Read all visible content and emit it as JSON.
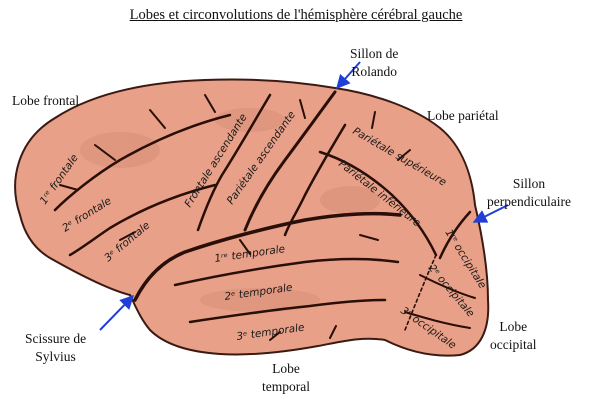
{
  "title": "Lobes et circonvolutions de l'hémisphère cérébral gauche",
  "colors": {
    "brain_fill": "#e8a088",
    "brain_outline": "#3a1a12",
    "sulcus": "#2a0e08",
    "arrow": "#1f3fd6"
  },
  "labels": {
    "lobe_frontal": "Lobe frontal",
    "sillon_rolando_1": "Sillon de",
    "sillon_rolando_2": "Rolando",
    "lobe_parietal": "Lobe pariétal",
    "sillon_perp_1": "Sillon",
    "sillon_perp_2": "perpendiculaire",
    "scissure_1": "Scissure de",
    "scissure_2": "Sylvius",
    "lobe_temporal_1": "Lobe",
    "lobe_temporal_2": "temporal",
    "lobe_occipital_1": "Lobe",
    "lobe_occipital_2": "occipital"
  },
  "gyri": {
    "frontale_1": "1ʳᵉ frontale",
    "frontale_2": "2ᵉ frontale",
    "frontale_3": "3ᵉ frontale",
    "frontale_asc": "Frontale ascendante",
    "parietale_asc": "Pariétale ascendante",
    "parietale_sup": "Pariétale supérieure",
    "parietale_inf": "Pariétale inférieure",
    "temporale_1": "1ʳᵉ temporale",
    "temporale_2": "2ᵉ temporale",
    "temporale_3": "3ᵉ temporale",
    "occipitale_1": "1ʳᵉ occipitale",
    "occipitale_2": "2ᵉ occipitale",
    "occipitale_3": "3ᵉ occipitale"
  }
}
